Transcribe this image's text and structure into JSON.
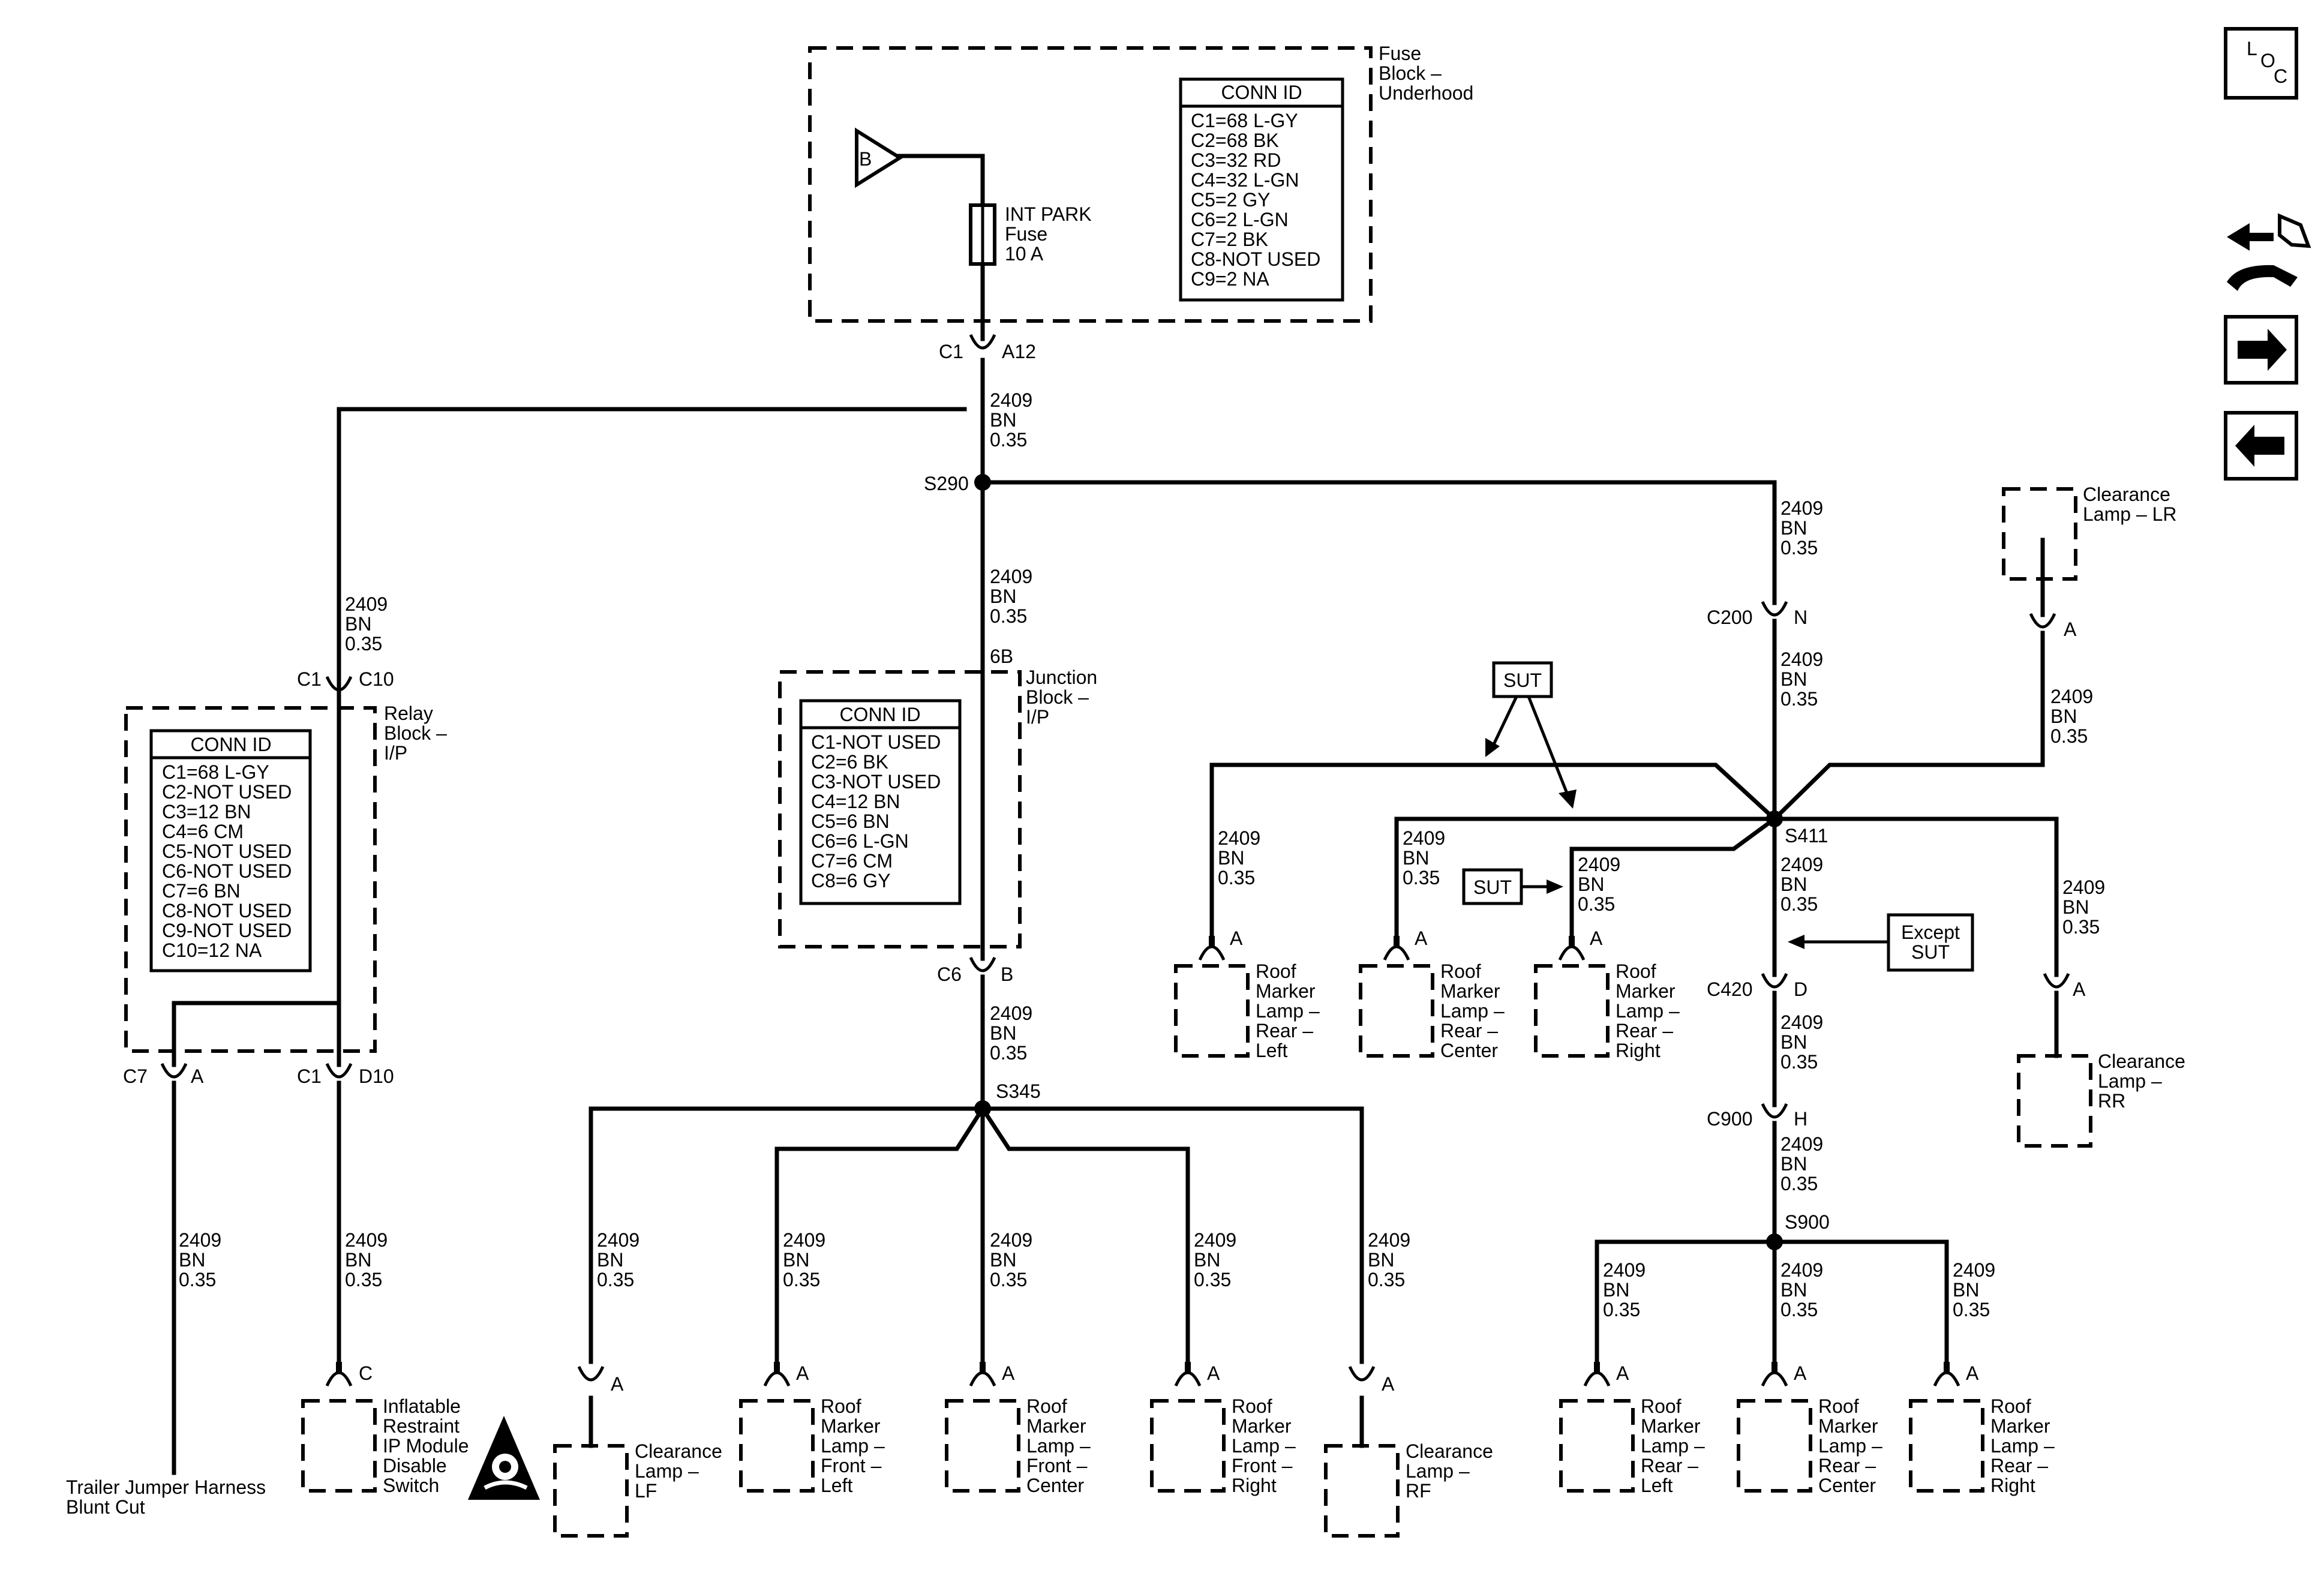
{
  "connids": {
    "title": "CONN ID",
    "fuse_block": [
      "C1=68 L-GY",
      "C2=68 BK",
      "C3=32 RD",
      "C4=32 L-GN",
      "C5=2 GY",
      "C6=2 L-GN",
      "C7=2 BK",
      "C8-NOT USED",
      "C9=2 NA"
    ],
    "relay_block": [
      "C1=68 L-GY",
      "C2-NOT USED",
      "C3=12 BN",
      "C4=6 CM",
      "C5-NOT USED",
      "C6-NOT USED",
      "C7=6 BN",
      "C8-NOT USED",
      "C9-NOT USED",
      "C10=12 NA"
    ],
    "junction_block": [
      "C1-NOT USED",
      "C2=6 BK",
      "C3-NOT USED",
      "C4=12 BN",
      "C5=6 BN",
      "C6=6 L-GN",
      "C7=6 CM",
      "C8=6 GY"
    ]
  },
  "modules": {
    "fuse_block": [
      "Fuse",
      "Block –",
      "Underhood"
    ],
    "relay_block": [
      "Relay",
      "Block –",
      "I/P"
    ],
    "junction_block": [
      "Junction",
      "Block –",
      "I/P"
    ],
    "fuse": [
      "INT PARK",
      "Fuse",
      "10 A"
    ],
    "battery": "B"
  },
  "wire": [
    "2409",
    "BN",
    "0.35"
  ],
  "splices": {
    "s290": "S290",
    "s345": "S345",
    "s411": "S411",
    "s900": "S900"
  },
  "connectors": {
    "c1": "C1",
    "a12": "A12",
    "c10": "C10",
    "c7": "C7",
    "a": "A",
    "d10": "D10",
    "c": "C",
    "b6": "6B",
    "c6": "C6",
    "b": "B",
    "c200": "C200",
    "n": "N",
    "c420": "C420",
    "d": "D",
    "c900": "C900",
    "h": "H"
  },
  "notes": {
    "sut": "SUT",
    "except_sut": [
      "Except",
      "SUT"
    ]
  },
  "lamps": {
    "clr_lr": [
      "Clearance",
      "Lamp – LR"
    ],
    "clr_rr": [
      "Clearance",
      "Lamp –",
      "RR"
    ],
    "clr_lf": [
      "Clearance",
      "Lamp –",
      "LF"
    ],
    "clr_rf": [
      "Clearance",
      "Lamp –",
      "RF"
    ],
    "roof_front_left": [
      "Roof",
      "Marker",
      "Lamp –",
      "Front –",
      "Left"
    ],
    "roof_front_center": [
      "Roof",
      "Marker",
      "Lamp –",
      "Front –",
      "Center"
    ],
    "roof_front_right": [
      "Roof",
      "Marker",
      "Lamp –",
      "Front –",
      "Right"
    ],
    "roof_upper_rear_left": [
      "Roof",
      "Marker",
      "Lamp –",
      "Rear –",
      "Left"
    ],
    "roof_upper_rear_center": [
      "Roof",
      "Marker",
      "Lamp –",
      "Rear –",
      "Center"
    ],
    "roof_upper_rear_right": [
      "Roof",
      "Marker",
      "Lamp –",
      "Rear –",
      "Right"
    ],
    "roof_lower_rear_left": [
      "Roof",
      "Marker",
      "Lamp –",
      "Rear –",
      "Left"
    ],
    "roof_lower_rear_center": [
      "Roof",
      "Marker",
      "Lamp –",
      "Rear –",
      "Center"
    ],
    "roof_lower_rear_right": [
      "Roof",
      "Marker",
      "Lamp –",
      "Rear –",
      "Right"
    ]
  },
  "components": {
    "airbag_switch": [
      "Inflatable",
      "Restraint",
      "IP Module",
      "Disable",
      "Switch"
    ],
    "trailer": [
      "Trailer Jumper Harness",
      "Blunt Cut"
    ]
  },
  "nav": {
    "loc": [
      "L",
      "O",
      "C"
    ]
  },
  "icons": {
    "loc": "loc-icon",
    "service": "service-icon",
    "next": "next-arrow-icon",
    "prev": "prev-arrow-icon",
    "airbag": "airbag-icon"
  }
}
